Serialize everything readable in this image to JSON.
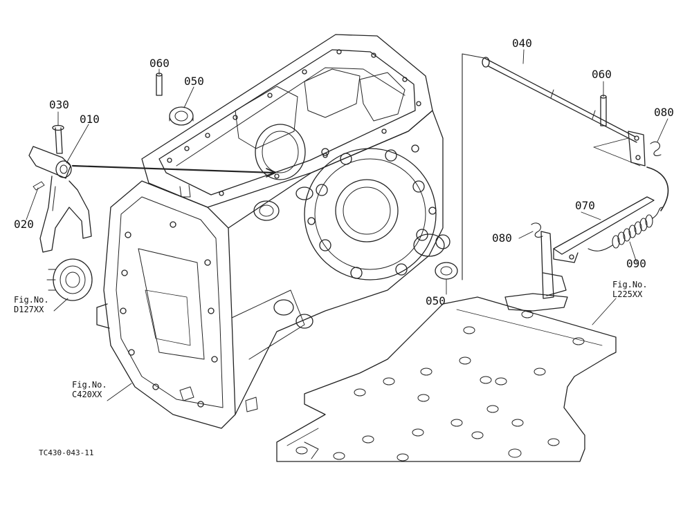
{
  "callouts": {
    "c010": "010",
    "c020": "020",
    "c030": "030",
    "c040": "040",
    "c050a": "050",
    "c050b": "050",
    "c060a": "060",
    "c060b": "060",
    "c070": "070",
    "c080a": "080",
    "c080b": "080",
    "c090": "090"
  },
  "figrefs": {
    "d127": {
      "line1": "Fig.No.",
      "line2": "D127XX"
    },
    "c420": {
      "line1": "Fig.No.",
      "line2": "C420XX"
    },
    "l225": {
      "line1": "Fig.No.",
      "line2": "L225XX"
    }
  },
  "drawing_code": "TC430-043-11"
}
